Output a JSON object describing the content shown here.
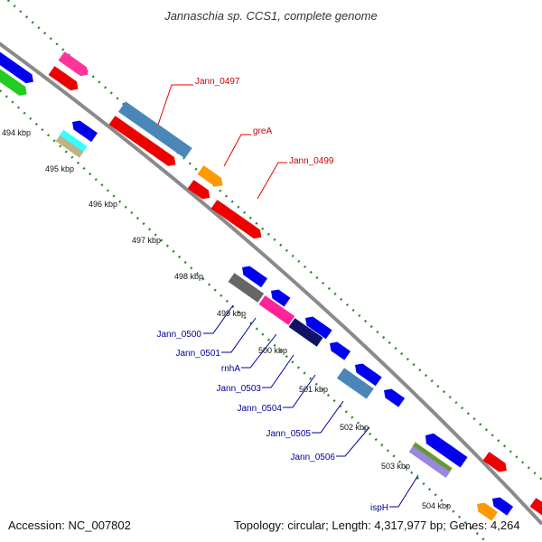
{
  "title": "Jannaschia sp. CCS1, complete genome",
  "footer": {
    "accession": "Accession: NC_007802",
    "summary": "Topology: circular; Length: 4,317,977 bp; Genes: 4,264"
  },
  "ticks": [
    "494 kbp",
    "495 kbp",
    "496 kbp",
    "497 kbp",
    "498 kbp",
    "499 kbp",
    "500 kbp",
    "501 kbp",
    "502 kbp",
    "503 kbp",
    "504 kbp"
  ],
  "labels_forward": [
    "Jann_0497",
    "greA",
    "Jann_0499"
  ],
  "labels_reverse": [
    "Jann_0500",
    "Jann_0501",
    "rnhA",
    "Jann_0503",
    "Jann_0504",
    "Jann_0505",
    "Jann_0506",
    "ispH"
  ],
  "colors": {
    "forward_label": "#cc0000",
    "reverse_label": "#000099",
    "backbone": "#888888",
    "dots": "#2a8a2a"
  }
}
